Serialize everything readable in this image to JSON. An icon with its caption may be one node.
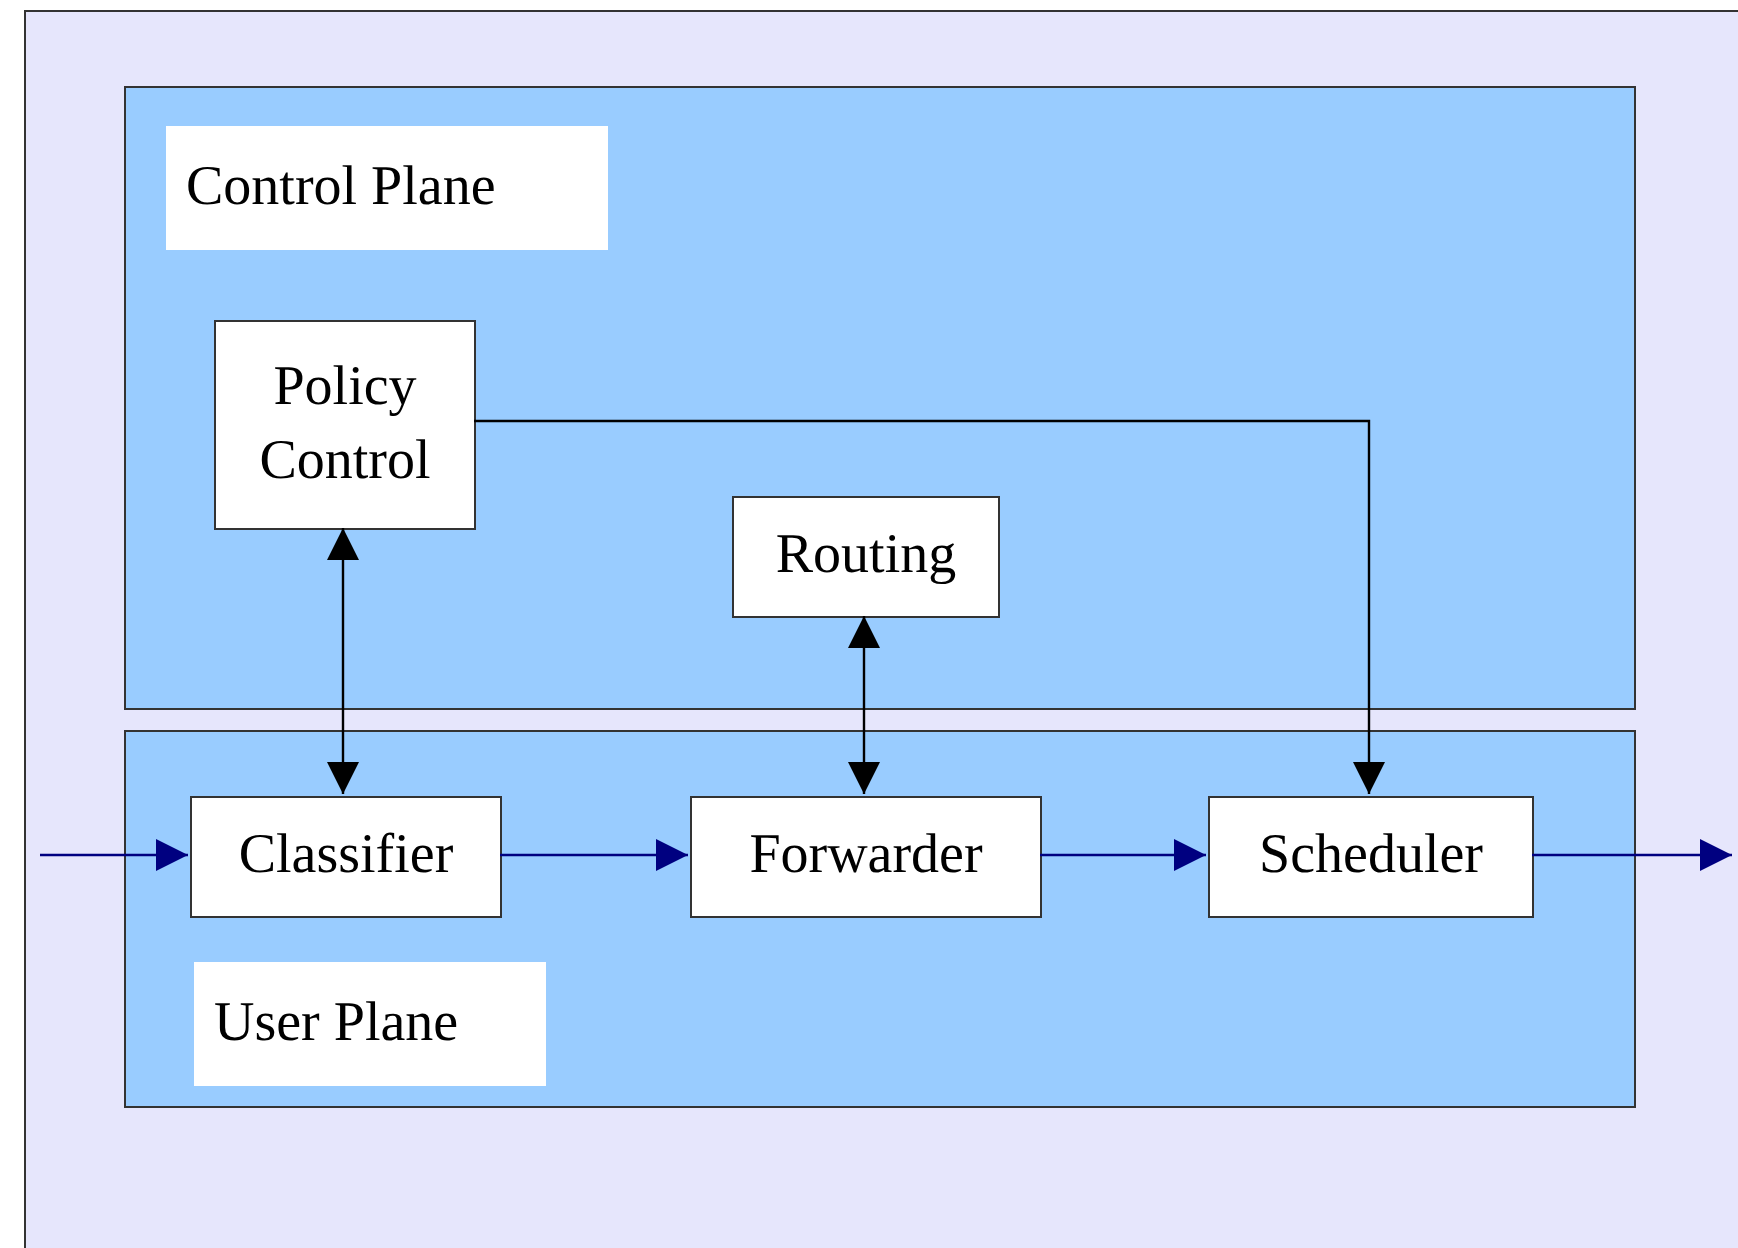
{
  "diagram": {
    "nodes": [
      {
        "text": [
          "Control Plane"
        ]
      },
      {
        "text": [
          "Policy Control"
        ],
        "in": 0
      },
      {
        "text": [
          "Routing"
        ],
        "in": 0
      },
      {
        "text": [
          "User Plane"
        ]
      },
      {
        "text": [
          "Classifier"
        ],
        "in": 3
      },
      {
        "text": [
          "Forwarder"
        ],
        "in": 3
      },
      {
        "text": [
          "Scheduler"
        ],
        "in": 3
      }
    ],
    "edges": [
      {
        "from": 1,
        "to": 4,
        "arrow": "both",
        "color": "#000000"
      },
      {
        "from": 2,
        "to": 5,
        "arrow": "both",
        "color": "#000000"
      },
      {
        "from": 1,
        "to": 6,
        "arrow": "to",
        "color": "#000000"
      },
      {
        "from": null,
        "to": 4,
        "arrow": "to"
      },
      {
        "from": 4,
        "to": 5,
        "arrow": "to"
      },
      {
        "from": 5,
        "to": 6,
        "arrow": "to"
      },
      {
        "from": 6,
        "to": null,
        "arrow": "to"
      }
    ]
  }
}
